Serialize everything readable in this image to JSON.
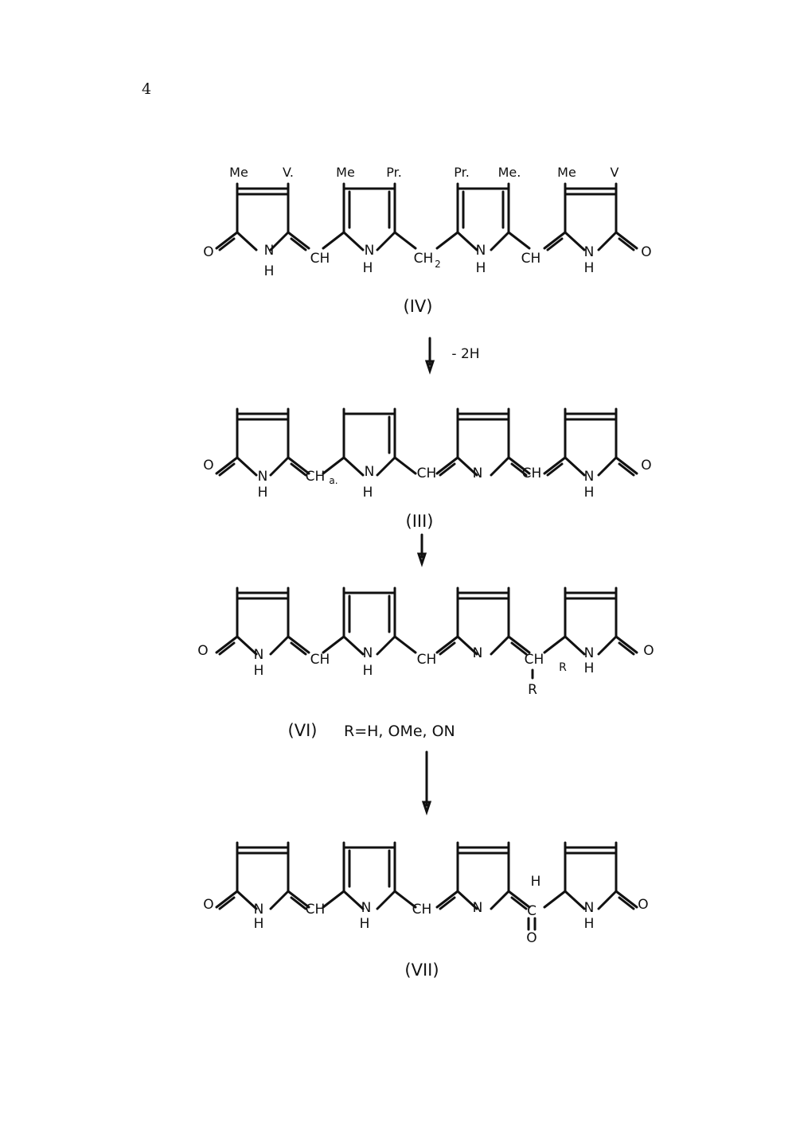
{
  "page_number": "4",
  "structures": [
    {
      "id": "IV",
      "label": "(IV)",
      "substituents": [
        "Me",
        "V.",
        "Me",
        "Pr.",
        "Pr.",
        "Me.",
        "Me",
        "V"
      ],
      "atoms": [
        "O",
        "N",
        "CH",
        "N",
        "CH",
        "N",
        "CH",
        "N",
        "O"
      ],
      "ch2_subscript": "2",
      "hydrogens": [
        "H",
        "H",
        "H",
        "H"
      ]
    },
    {
      "id": "III",
      "label": "(III)",
      "atoms": [
        "O",
        "N",
        "CH",
        "a.",
        "N",
        "CH",
        "N",
        "CH",
        "N",
        "O"
      ],
      "hydrogens": [
        "H",
        "H",
        "H"
      ]
    },
    {
      "id": "VI",
      "label": "(VI)",
      "atoms": [
        "O",
        "N",
        "CH",
        "N",
        "CH",
        "N",
        "CH",
        "R",
        "N",
        "O"
      ],
      "hydrogens": [
        "H",
        "H",
        "H"
      ],
      "pendant": "R",
      "r_definition": "R=H,  OMe,  ON"
    },
    {
      "id": "VII",
      "label": "(VII)",
      "atoms": [
        "O",
        "N",
        "CH",
        "N",
        "CH",
        "N",
        "C",
        "O",
        "H",
        "N",
        "O"
      ],
      "hydrogens": [
        "H",
        "H",
        "H"
      ]
    }
  ],
  "reactions": [
    {
      "reagent": "- 2H"
    }
  ]
}
